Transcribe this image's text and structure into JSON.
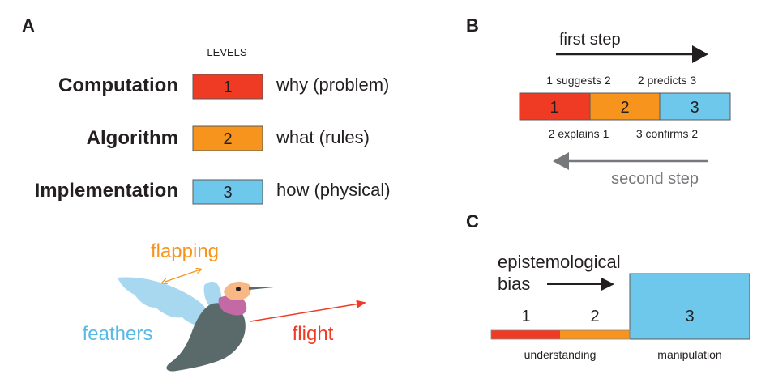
{
  "panels": {
    "a": "A",
    "b": "B",
    "c": "C"
  },
  "panel_a": {
    "levels_header": "LEVELS",
    "levels": [
      {
        "name": "Computation",
        "number": "1",
        "description": "why (problem)",
        "color": "#ef3a24"
      },
      {
        "name": "Algorithm",
        "number": "2",
        "description": "what (rules)",
        "color": "#f7941d"
      },
      {
        "name": "Implementation",
        "number": "3",
        "description": "how (physical)",
        "color": "#6dc8ec"
      }
    ],
    "bird": {
      "flapping_label": "flapping",
      "feathers_label": "feathers",
      "flight_label": "flight",
      "flapping_color": "#f7941d",
      "feathers_color": "#5ab8e6",
      "flight_color": "#ef3a24"
    }
  },
  "panel_b": {
    "first_step": "first step",
    "second_step": "second step",
    "bar_numbers": [
      "1",
      "2",
      "3"
    ],
    "top_labels": [
      "1 suggests 2",
      "2 predicts 3"
    ],
    "bottom_labels": [
      "2 explains 1",
      "3 confirms 2"
    ]
  },
  "panel_c": {
    "bias_line1": "epistemological",
    "bias_line2": "bias",
    "bar_numbers": [
      "1",
      "2",
      "3"
    ],
    "understanding": "understanding",
    "manipulation": "manipulation"
  }
}
